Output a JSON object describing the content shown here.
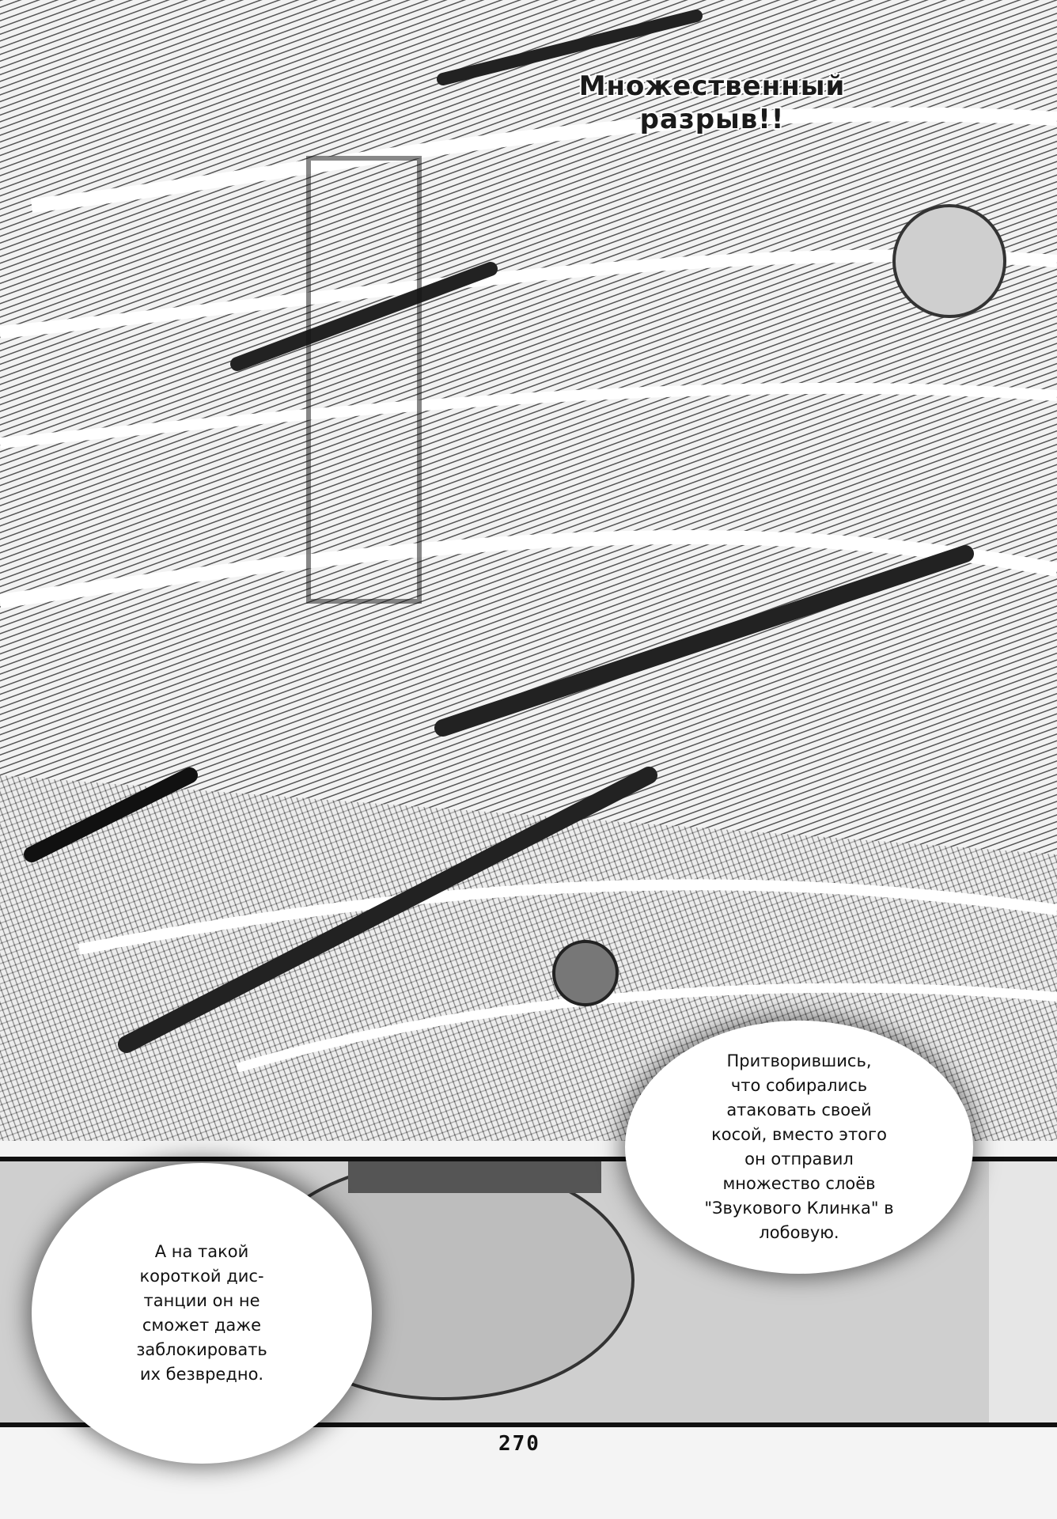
{
  "caption": {
    "technique": "Множественный разрыв!!"
  },
  "bubbles": {
    "right": "Притворившись,\nчто собирались\nатаковать своей\nкосой, вместо этого\nон отправил\nмножество слоёв\n\"Звукового Клинка\" в лобовую.",
    "left": "А на такой\nкороткой дис-\nтанции он не\nсможет даже\nзаблокировать\nих безвредно."
  },
  "page_number": "270",
  "colors": {
    "ink": "#111111",
    "screentone": "#9a9a9a",
    "paper": "#ffffff"
  }
}
